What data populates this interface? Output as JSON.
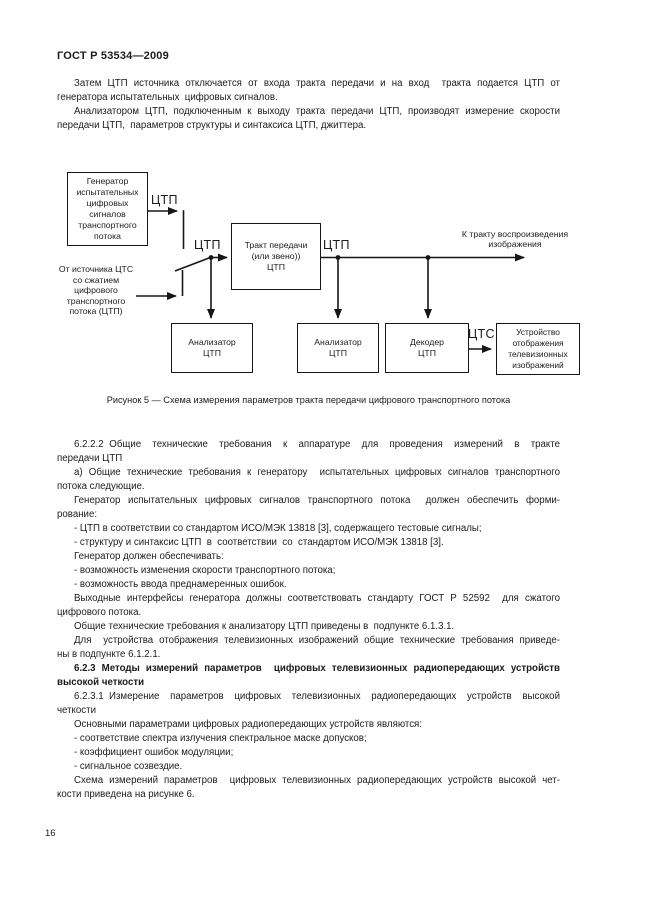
{
  "header": {
    "title": "ГОСТ Р 53534—2009"
  },
  "intro_paragraphs": [
    {
      "bold": false,
      "lines": [
        "Затем ЦТП источника отключается от входа тракта передачи и на вход  тракта подается ЦТП от",
        "генератора испытательных  цифровых сигналов."
      ]
    },
    {
      "bold": false,
      "lines": [
        "Анализатором ЦТП, подключенным к выходу тракта передачи ЦТП, производят измерение скорости",
        "передачи ЦТП,  параметров структуры и синтаксиса ЦТП, джиттера."
      ]
    }
  ],
  "diagram": {
    "generator_box": "Генератор\nиспытательных\nцифровых\nсигналов\nтранспортного\nпотока",
    "source_text": "От источника ЦТС\nсо сжатием\nцифрового\nтранспортного\nпотока (ЦТП)",
    "channel_box": "Тракт передачи\n(или звено))\nЦТП",
    "analyzer1_box": "Анализатор\nЦТП",
    "analyzer2_box": "Анализатор\nЦТП",
    "decoder_box": "Декодер\nЦТП",
    "display_box": "Устройство\nотображения\nтелевизионных\nизображений",
    "dest_text": "К тракту воспроизведения\nизображения",
    "label_ctp_1": "ЦТП",
    "label_ctp_2": "ЦТП",
    "label_ctp_3": "ЦТП",
    "label_cts": "ЦТС",
    "line_color": "#161616"
  },
  "figure": {
    "caption": "Рисунок 5 — Схема измерения параметров тракта передачи цифрового транспортного потока"
  },
  "body_paragraphs": [
    {
      "bold": false,
      "lines": [
        "6.2.2.2 Общие  технические  требования  к  аппаратуре  для  проведения  измерений  в  тракте",
        "передачи ЦТП"
      ]
    },
    {
      "bold": false,
      "lines": [
        "а) Общие технические требования к генератору  испытательных цифровых сигналов транспортного",
        "потока следующие."
      ]
    },
    {
      "bold": false,
      "lines": [
        "Генератор испытательных цифровых сигналов транспортного потока  должен обеспечить форми-",
        "рование:"
      ]
    },
    {
      "bold": false,
      "lines": [
        "- ЦТП в соответствии со стандартом ИСО/МЭК 13818 [3], содержащего тестовые сигналы;"
      ]
    },
    {
      "bold": false,
      "lines": [
        "- структуру и синтаксис ЦТП  в  соответствии  со  стандартом ИСО/МЭК 13818 [3]."
      ]
    },
    {
      "bold": false,
      "lines": [
        "Генератор должен обеспечивать:"
      ]
    },
    {
      "bold": false,
      "lines": [
        "- возможность изменения скорости транспортного потока;"
      ]
    },
    {
      "bold": false,
      "lines": [
        "- возможность ввода преднамеренных ошибок."
      ]
    },
    {
      "bold": false,
      "lines": [
        "Выходные интерфейсы генератора должны соответствовать стандарту ГОСТ Р 52592  для сжатого",
        "цифрового потока."
      ]
    },
    {
      "bold": false,
      "lines": [
        "Общие технические требования к анализатору ЦТП приведены в  подпункте 6.1.3.1."
      ]
    },
    {
      "bold": false,
      "lines": [
        "Для  устройства отображения телевизионных изображений общие технические требования приведе-",
        "ны в подпункте 6.1.2.1."
      ]
    },
    {
      "bold": true,
      "lines": [
        "6.2.3 Методы измерений параметров  цифровых телевизионных радиопередающих устройств",
        "высокой четкости"
      ]
    },
    {
      "bold": false,
      "lines": [
        "6.2.3.1 Измерение  параметров  цифровых  телевизионных  радиопередающих  устройств  высокой",
        "четкости"
      ]
    },
    {
      "bold": false,
      "lines": [
        "Основными параметрами цифровых радиопередающих устройств являются:"
      ]
    },
    {
      "bold": false,
      "lines": [
        "- соответствие спектра излучения спектральное маске допусков;"
      ]
    },
    {
      "bold": false,
      "lines": [
        "- коэффициент ошибок модуляции;"
      ]
    },
    {
      "bold": false,
      "lines": [
        "- сигнальное созвездие."
      ]
    },
    {
      "bold": false,
      "lines": [
        "Схема измерений параметров  цифровых телевизионных радиопередающих устройств высокой чет-",
        "кости приведена на рисунке 6."
      ]
    }
  ],
  "footer": {
    "page_number": "16"
  }
}
